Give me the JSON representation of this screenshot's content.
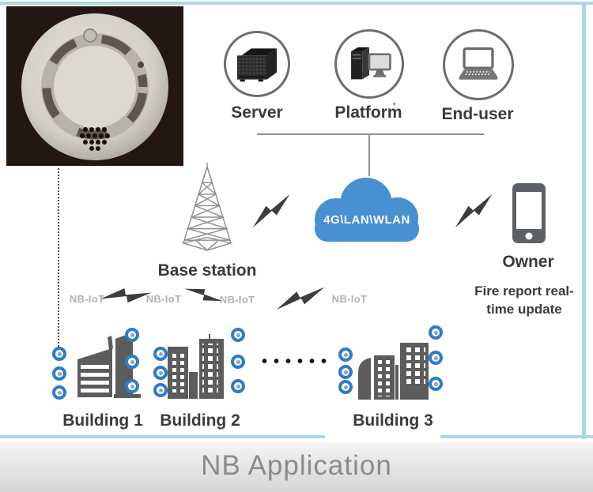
{
  "header_icons": {
    "server": {
      "label": "Server"
    },
    "platform": {
      "label": "Platform",
      "mark": "'"
    },
    "end_user": {
      "label": "End-user"
    }
  },
  "network": {
    "cloud_label": "4G\\LAN\\WLAN",
    "base_station_label": "Base station",
    "owner_label": "Owner",
    "fire_note_line1": "Fire report real-",
    "fire_note_line2": "time update"
  },
  "nb_iot_labels": [
    "NB-IoT",
    "NB-IoT",
    "NB-IoT",
    "NB-IoT"
  ],
  "buildings": [
    {
      "label": "Building 1"
    },
    {
      "label": "Building 2"
    },
    {
      "label": "Building 3"
    }
  ],
  "ellipsis": "••••••",
  "title_bar": {
    "title": "NB Application"
  },
  "colors": {
    "cloud_blue": "#4790d2",
    "node_blue": "#2e7cc9",
    "building_gray": "#5c5c5c",
    "frame_cyan": "#a9d9e7",
    "title_text": "#8b8b8b"
  }
}
